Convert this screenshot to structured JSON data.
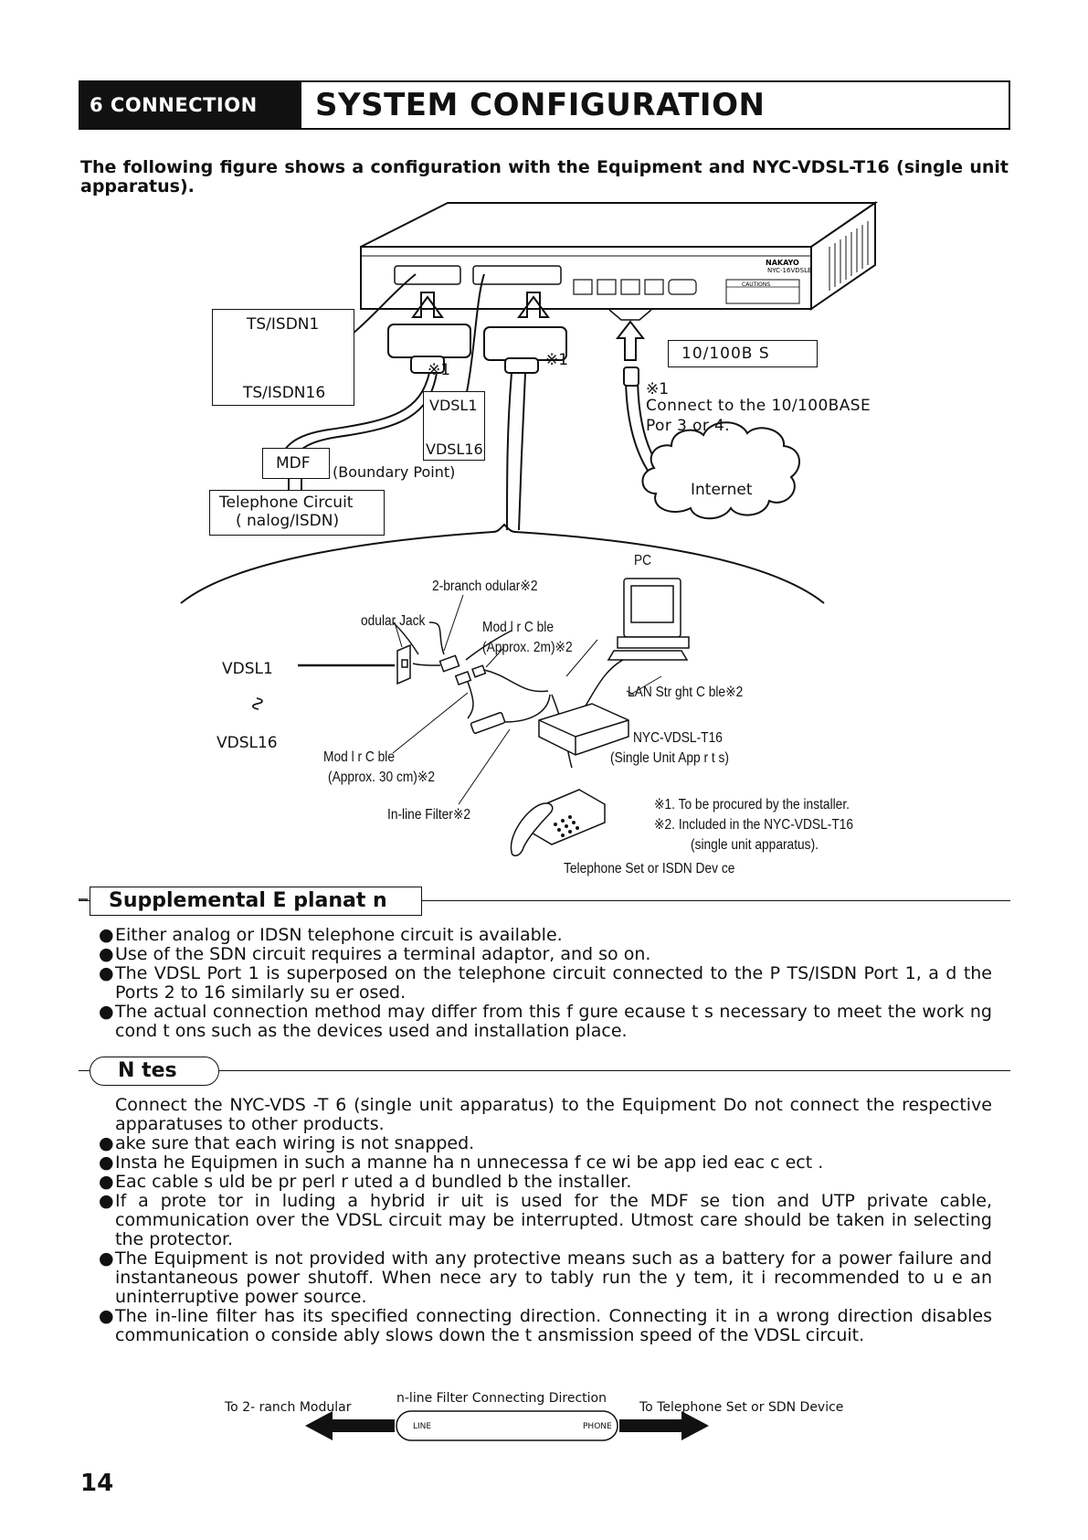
{
  "header": {
    "section_tag": "6   CONNECTION",
    "title": "SYSTEM CONFIGURATION"
  },
  "intro": "The following figure shows a configuration with the Equipment and NYC-VDSL-T16 (single unit apparatus).",
  "diagram": {
    "device_brand": "NAKAYO",
    "device_model": "NYC-16VDSLB",
    "device_cautions": "CAUTIONS",
    "ts_box": {
      "top": "TS/ISDN1",
      "bottom": "TS/ISDN16"
    },
    "ref1_a": "※1",
    "ref1_b": "※1",
    "ref1_c": "※1",
    "base_box": "10/100B  S",
    "connect_note_line1": "Connect to the 10/100BASE",
    "connect_note_line2": "Por  3 or 4.",
    "vdsl_box": {
      "top": "VDSL1",
      "bottom": "VDSL16"
    },
    "mdf": "MDF",
    "boundary": "(Boundary Point)",
    "tel_circuit": {
      "line1": "Telephone Circuit",
      "line2": "(  nalog/ISDN)"
    },
    "internet": "Internet",
    "pc": "PC",
    "branch_modular": "2-branch   odular※2",
    "modular_jack": "odular Jack",
    "modular_cable_2m": {
      "line1": "Mod  l  r C  ble",
      "line2": "(Approx. 2m)※2"
    },
    "left_vdsl1": "VDSL1",
    "left_tilde": "∿",
    "left_vdsl16": "VDSL16",
    "lan_cable": "LAN Str   ght C  ble※2",
    "nyc_unit": {
      "line1": "NYC-VDSL-T16",
      "line2": "(Single Unit App  r  t  s)"
    },
    "modular_cable_30": {
      "line1": "Mod  l  r C  ble",
      "line2": "(Approx. 30 cm)※2"
    },
    "inline_filter": "In-line Filter※2",
    "footnote1": "※1.  To be procured by the installer.",
    "footnote2": "※2.  Included in the NYC-VDSL-T16",
    "footnote3": "(single unit apparatus).",
    "telephone_set": "Telephone Set or ISDN Dev ce"
  },
  "supplemental": {
    "heading": "Supplemental E  planat   n",
    "items": [
      "Either analog or IDSN telephone circuit is available.",
      "Use of the  SDN circuit requires a terminal adaptor, and so on.",
      "The VDSL Port 1 is superposed on the telephone circuit connected to the P  TS/ISDN Port 1, a  d the Ports 2 to 16 similarly su  er  osed.",
      "The actual connection method may differ from this  f gure   ecause  t  s necessary to meet the work ng cond t ons such as the devices used and installation place."
    ]
  },
  "notes": {
    "heading": "N  tes",
    "items": [
      {
        "bullet": "",
        "text": "Connect the NYC-VDS  -T  6 (single unit apparatus) to the Equipment   Do not connect the respective apparatuses to other products."
      },
      {
        "bullet": "●",
        "text": "  ake sure that each wiring is not snapped."
      },
      {
        "bullet": "●",
        "text": "Insta    he Equipmen   in such a manne    ha   n   unnecessa    f   ce wi   be app ied      eac c       ect   ."
      },
      {
        "bullet": "●",
        "text": "Eac   cable s    uld be pr  perl   r  uted a  d bundled b   the installer."
      },
      {
        "bullet": "●",
        "text": "If a prote  tor in  luding a hybrid   ir  uit is used for the MDF se  tion and UTP private cable, communication over the VDSL circuit may be interrupted.  Utmost care should be taken in selecting the protector."
      },
      {
        "bullet": "●",
        "text": "The Equipment is not provided with any protective means such as a battery for a power failure and instantaneous power shutoff.  When nece    ary to   tably run the   y tem, it i recommended to u  e an uninterruptive power source."
      },
      {
        "bullet": "●",
        "text": "The in-line filter has its specified connecting direction.  Connecting it in a wrong direction disables communication o  conside ably slows down the t ansmission speed of the VDSL circuit."
      }
    ]
  },
  "filter_direction": {
    "title": "n-line Filter Connecting Direction",
    "left": "To 2-  ranch Modular",
    "right": "To Telephone Set or  SDN Device",
    "line_label": "LINE",
    "phone_label": "PHONE"
  },
  "page_number": "14"
}
